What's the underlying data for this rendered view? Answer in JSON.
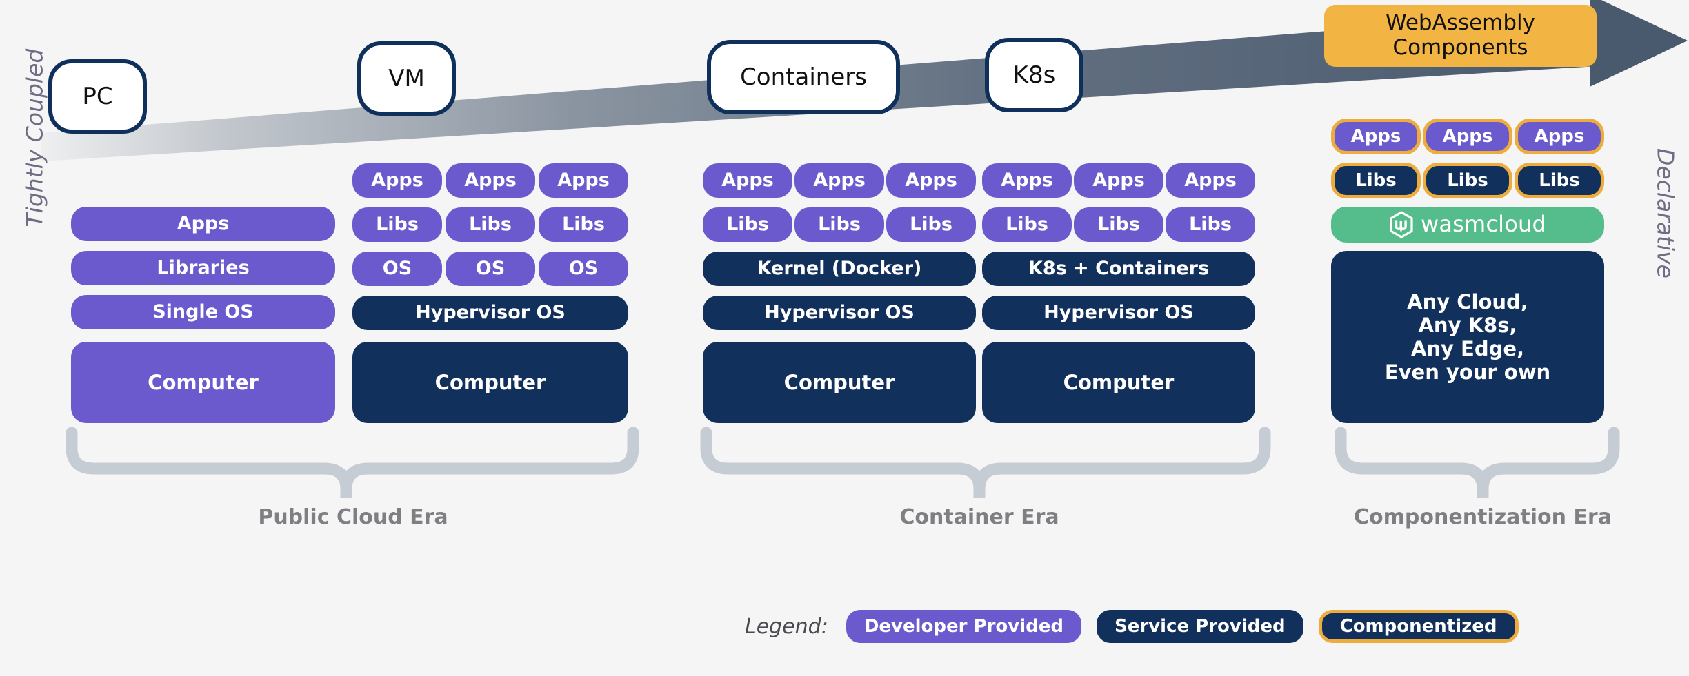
{
  "axis": {
    "left_label": "Tightly Coupled",
    "right_label": "Declarative"
  },
  "colors": {
    "background": "#f5f5f5",
    "developer_provided": "#6a5acd",
    "service_provided": "#12305c",
    "componentized_border": "#eeac3c",
    "wasm_header": "#f2b442",
    "wasmcloud_bar": "#55bd8b",
    "arrow": "#4a5a6e",
    "brace": "#c6ccd4",
    "era_label": "#7e7e83",
    "bubble_border": "#10305c"
  },
  "milestones": [
    {
      "label": "PC"
    },
    {
      "label": "VM"
    },
    {
      "label": "Containers"
    },
    {
      "label": "K8s"
    }
  ],
  "wasm_header": {
    "line1": "WebAssembly",
    "line2": "Components"
  },
  "stacks": {
    "pc": {
      "name": "PC",
      "rows": [
        {
          "label": "Apps",
          "kind": "developer"
        },
        {
          "label": "Libraries",
          "kind": "developer"
        },
        {
          "label": "Single OS",
          "kind": "developer"
        },
        {
          "label": "Computer",
          "kind": "developer"
        }
      ]
    },
    "vm": {
      "name": "VM",
      "guests": [
        {
          "apps": "Apps",
          "libs": "Libs",
          "os": "OS"
        },
        {
          "apps": "Apps",
          "libs": "Libs",
          "os": "OS"
        },
        {
          "apps": "Apps",
          "libs": "Libs",
          "os": "OS"
        }
      ],
      "rows": [
        {
          "label": "Hypervisor OS",
          "kind": "service"
        },
        {
          "label": "Computer",
          "kind": "service"
        }
      ]
    },
    "containers": {
      "name": "Containers",
      "guests": [
        {
          "apps": "Apps",
          "libs": "Libs"
        },
        {
          "apps": "Apps",
          "libs": "Libs"
        },
        {
          "apps": "Apps",
          "libs": "Libs"
        }
      ],
      "rows": [
        {
          "label": "Kernel (Docker)",
          "kind": "service"
        },
        {
          "label": "Hypervisor OS",
          "kind": "service"
        },
        {
          "label": "Computer",
          "kind": "service"
        }
      ]
    },
    "k8s": {
      "name": "K8s",
      "guests": [
        {
          "apps": "Apps",
          "libs": "Libs"
        },
        {
          "apps": "Apps",
          "libs": "Libs"
        },
        {
          "apps": "Apps",
          "libs": "Libs"
        }
      ],
      "rows": [
        {
          "label": "K8s + Containers",
          "kind": "service"
        },
        {
          "label": "Hypervisor OS",
          "kind": "service"
        },
        {
          "label": "Computer",
          "kind": "service"
        }
      ]
    },
    "wasm": {
      "name": "WebAssembly Components",
      "guests": [
        {
          "apps": "Apps",
          "libs": "Libs"
        },
        {
          "apps": "Apps",
          "libs": "Libs"
        },
        {
          "apps": "Apps",
          "libs": "Libs"
        }
      ],
      "platform_label": "wasmcloud",
      "base": {
        "line1": "Any Cloud,",
        "line2": "Any K8s,",
        "line3": "Any Edge,",
        "line4": "Even your own"
      }
    }
  },
  "eras": [
    {
      "label": "Public Cloud Era"
    },
    {
      "label": "Container Era"
    },
    {
      "label": "Componentization Era"
    }
  ],
  "legend": {
    "title": "Legend:",
    "items": [
      {
        "label": "Developer Provided",
        "kind": "developer"
      },
      {
        "label": "Service Provided",
        "kind": "service"
      },
      {
        "label": "Componentized",
        "kind": "componentized"
      }
    ]
  }
}
